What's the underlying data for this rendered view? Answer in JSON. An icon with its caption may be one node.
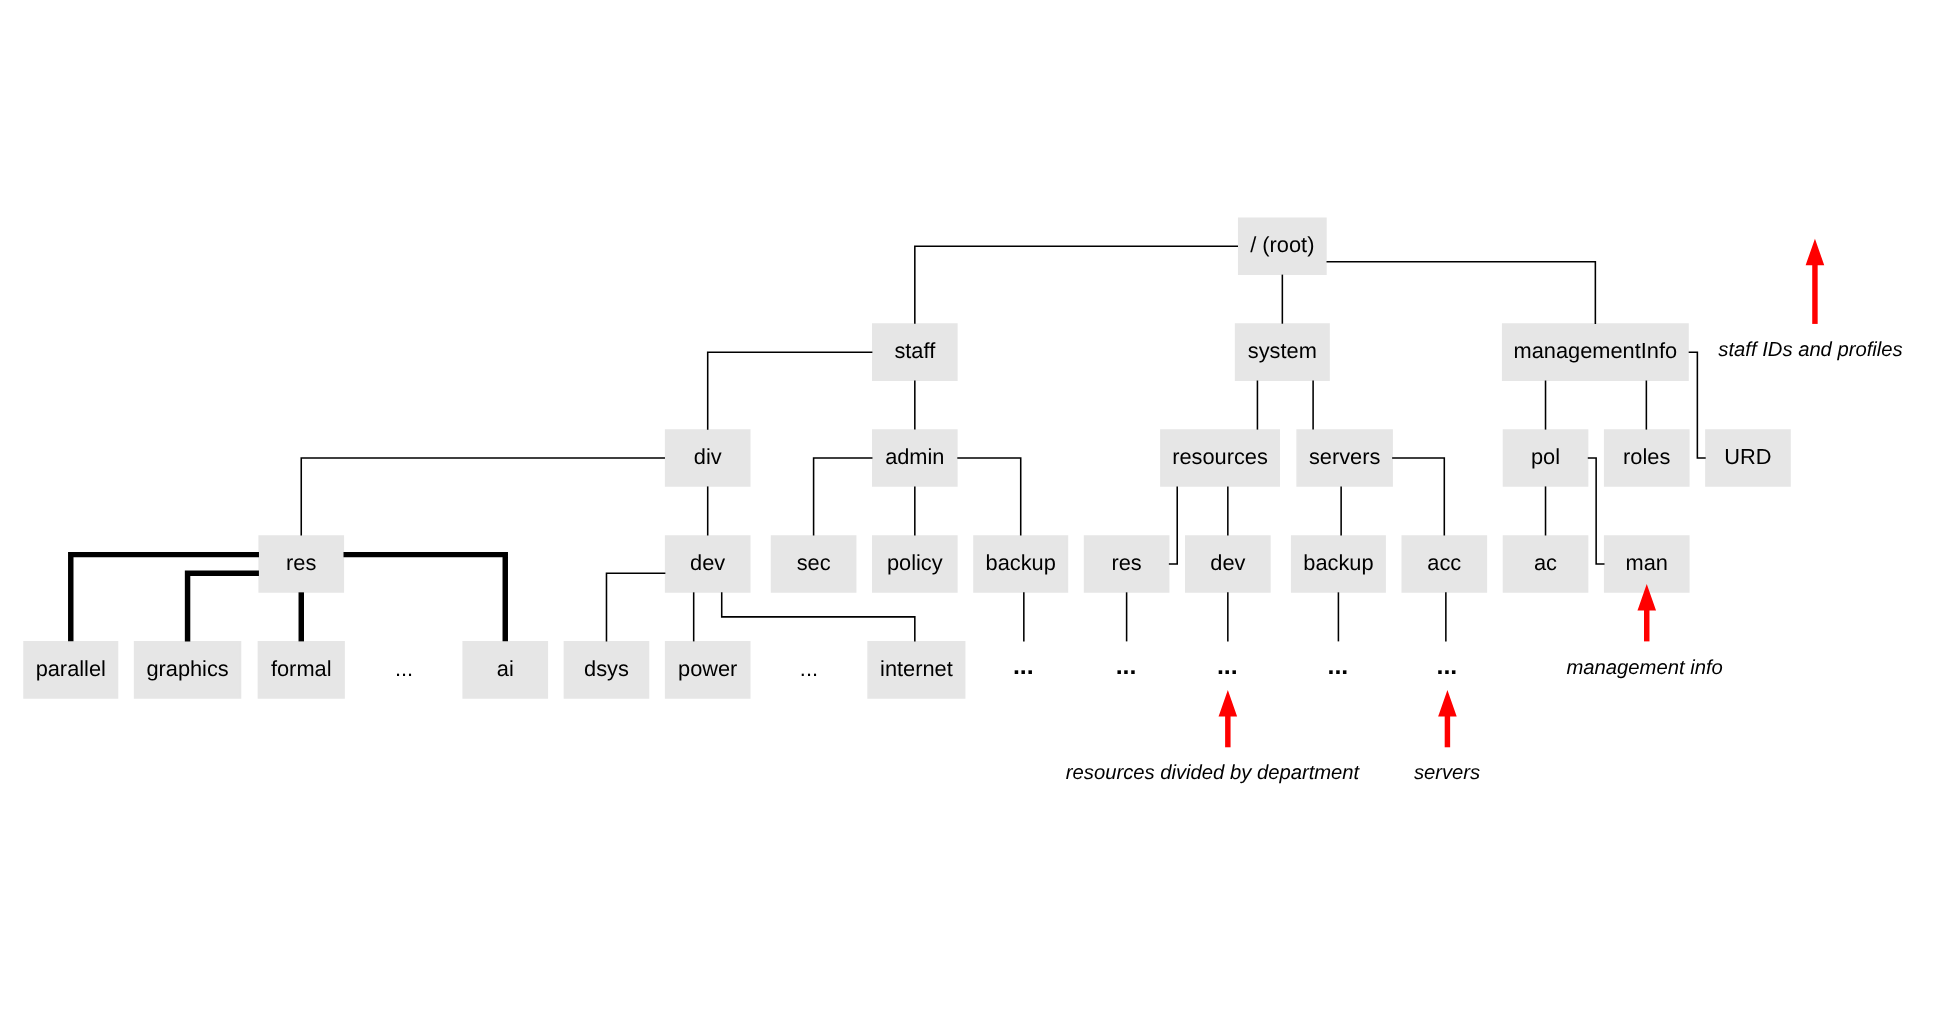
{
  "diagram": {
    "nodes": [
      {
        "text": [
          "/ (root)"
        ]
      },
      {
        "text": [
          "staff"
        ]
      },
      {
        "text": [
          "system"
        ]
      },
      {
        "text": [
          "managementInfo"
        ]
      },
      {
        "text": [
          "div"
        ]
      },
      {
        "text": [
          "admin"
        ]
      },
      {
        "text": [
          "resources"
        ]
      },
      {
        "text": [
          "servers"
        ]
      },
      {
        "text": [
          "pol"
        ]
      },
      {
        "text": [
          "roles"
        ]
      },
      {
        "text": [
          "URD"
        ]
      },
      {
        "text": [
          "res"
        ]
      },
      {
        "text": [
          "dev"
        ]
      },
      {
        "text": [
          "sec"
        ]
      },
      {
        "text": [
          "policy"
        ]
      },
      {
        "text": [
          "backup"
        ]
      },
      {
        "text": [
          "res"
        ]
      },
      {
        "text": [
          "dev"
        ]
      },
      {
        "text": [
          "backup"
        ]
      },
      {
        "text": [
          "acc"
        ]
      },
      {
        "text": [
          "ac"
        ]
      },
      {
        "text": [
          "man"
        ]
      },
      {
        "text": [
          "dsys"
        ]
      },
      {
        "text": [
          "power"
        ]
      },
      {
        "text": [
          "internet"
        ]
      },
      {
        "text": [
          "..."
        ]
      },
      {
        "text": [
          "..."
        ]
      },
      {
        "text": [
          "..."
        ]
      },
      {
        "text": [
          "..."
        ]
      },
      {
        "text": [
          "..."
        ]
      },
      {
        "text": [
          "parallel"
        ]
      },
      {
        "text": [
          "graphics"
        ]
      },
      {
        "text": [
          "formal"
        ]
      },
      {
        "text": [
          "ai"
        ]
      },
      {
        "text": [
          "staff IDs and profiles"
        ]
      },
      {
        "text": [
          "resources divided by department"
        ]
      },
      {
        "text": [
          "servers"
        ]
      },
      {
        "text": [
          "management info"
        ]
      }
    ],
    "edges": [
      {
        "from": 0,
        "to": 1,
        "arrow": "none"
      },
      {
        "from": 0,
        "to": 2,
        "arrow": "none"
      },
      {
        "from": 0,
        "to": 3,
        "arrow": "none"
      },
      {
        "from": 1,
        "to": 4,
        "arrow": "none"
      },
      {
        "from": 1,
        "to": 5,
        "arrow": "none"
      },
      {
        "from": 2,
        "to": 6,
        "arrow": "none"
      },
      {
        "from": 2,
        "to": 7,
        "arrow": "none"
      },
      {
        "from": 3,
        "to": 8,
        "arrow": "none"
      },
      {
        "from": 3,
        "to": 9,
        "arrow": "none"
      },
      {
        "from": 3,
        "to": 10,
        "arrow": "none"
      },
      {
        "from": 4,
        "to": 11,
        "arrow": "none"
      },
      {
        "from": 4,
        "to": 12,
        "arrow": "none"
      },
      {
        "from": 5,
        "to": 13,
        "arrow": "none"
      },
      {
        "from": 5,
        "to": 14,
        "arrow": "none"
      },
      {
        "from": 5,
        "to": 15,
        "arrow": "none"
      },
      {
        "from": 6,
        "to": 16,
        "arrow": "none"
      },
      {
        "from": 6,
        "to": 17,
        "arrow": "none"
      },
      {
        "from": 7,
        "to": 18,
        "arrow": "none"
      },
      {
        "from": 7,
        "to": 19,
        "arrow": "none"
      },
      {
        "from": 8,
        "to": 20,
        "arrow": "none"
      },
      {
        "from": 8,
        "to": 21,
        "arrow": "none"
      },
      {
        "from": 12,
        "to": 22,
        "arrow": "none"
      },
      {
        "from": 12,
        "to": 23,
        "arrow": "none"
      },
      {
        "from": 12,
        "to": 24,
        "arrow": "none"
      },
      {
        "from": 15,
        "to": 25,
        "arrow": "none"
      },
      {
        "from": 16,
        "to": 26,
        "arrow": "none"
      },
      {
        "from": 17,
        "to": 27,
        "arrow": "none"
      },
      {
        "from": 18,
        "to": 28,
        "arrow": "none"
      },
      {
        "from": 19,
        "to": 29,
        "arrow": "none"
      },
      {
        "from": 11,
        "to": 30,
        "arrow": "none",
        "style": "thick"
      },
      {
        "from": 11,
        "to": 31,
        "arrow": "none",
        "style": "thick"
      },
      {
        "from": 11,
        "to": 32,
        "arrow": "none",
        "style": "thick"
      },
      {
        "from": 11,
        "to": 33,
        "arrow": "none",
        "style": "thick"
      },
      {
        "from": 34,
        "to": null,
        "arrow": "to",
        "color": "#ff0000",
        "style": "thick"
      },
      {
        "from": 35,
        "to": 27,
        "arrow": "to",
        "color": "#ff0000",
        "style": "thick"
      },
      {
        "from": 36,
        "to": 29,
        "arrow": "to",
        "color": "#ff0000",
        "style": "thick"
      },
      {
        "from": 37,
        "to": 21,
        "arrow": "to",
        "color": "#ff0000",
        "style": "thick"
      }
    ],
    "labels": [
      "...",
      "..."
    ]
  }
}
